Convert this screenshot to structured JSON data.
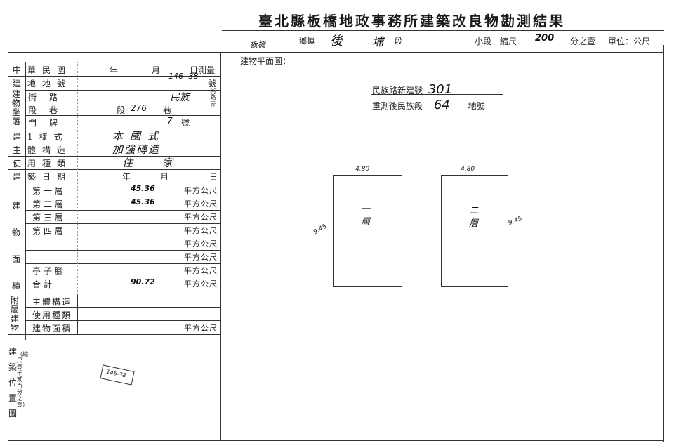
{
  "header": {
    "title": "臺北縣板橋地政事務所建築改良物勘測結果",
    "town_hw": "板橋",
    "town_label": "鄉鎮",
    "section_hw": "後",
    "section_hw2": "埔",
    "section_label": "段",
    "subsection_label": "小段",
    "scale_label": "縮尺",
    "scale_hw": "200",
    "scale_suffix": "分之壹",
    "unit_label": "單位：公尺"
  },
  "left": {
    "rows": {
      "survey_date": {
        "label": "中華民國",
        "year": "年",
        "month": "月",
        "day": "日測量"
      },
      "lot_number": {
        "label": "建地地號",
        "value_hw": "146 -38",
        "suffix": "號"
      },
      "street": {
        "label": "街路",
        "value_hw": "民族",
        "suffix": "街路"
      },
      "lane": {
        "label": "段巷",
        "section": "段",
        "value_hw": "276",
        "lane": "巷",
        "suffix": "弄"
      },
      "door": {
        "label": "門牌",
        "value_hw": "7",
        "suffix": "號"
      },
      "style": {
        "label": "建1樣式",
        "value_hw": "本國式"
      },
      "structure": {
        "label": "主體構造",
        "value_hw": "加強磚造"
      },
      "usage": {
        "label": "使用種類",
        "value_hw": "住家"
      },
      "build_date": {
        "label": "建築日期",
        "year": "年",
        "month": "月",
        "day": "日"
      }
    },
    "location_labels": [
      "建",
      "物",
      "坐",
      "落"
    ],
    "area_section_label": "建物面積",
    "floors": [
      {
        "label": "第一層",
        "value_hw": "45.36",
        "unit": "平方公尺"
      },
      {
        "label": "第二層",
        "value_hw": "45.36",
        "unit": "平方公尺"
      },
      {
        "label": "第三層",
        "value_hw": "",
        "unit": "平方公尺"
      },
      {
        "label": "第四層",
        "value_hw": "",
        "unit": "平方公尺"
      },
      {
        "label": "",
        "value_hw": "",
        "unit": "平方公尺"
      },
      {
        "label": "",
        "value_hw": "",
        "unit": "平方公尺"
      },
      {
        "label": "亭子腳",
        "value_hw": "",
        "unit": "平方公尺"
      },
      {
        "label": "合計",
        "value_hw": "90.72",
        "unit": "平方公尺"
      }
    ],
    "annex_label": "附屬建物",
    "annex_rows": [
      {
        "label": "主體構造"
      },
      {
        "label": "使用種類"
      },
      {
        "label": "建物面積",
        "unit": "平方公尺"
      }
    ],
    "position_label": "建築位置圖",
    "position_note": "（縮尺壹千貳百分之壹）",
    "position_stamp": "146-38"
  },
  "plan": {
    "heading": "建物平面圖：",
    "note_line1_label": "民族路新建號",
    "note_line1_hw": "301",
    "note_line2_label": "重測後民族段",
    "note_line2_hw": "64",
    "note_line2_suffix": "地號",
    "floor1": {
      "label": "一層",
      "width": "4.80",
      "height": "9.45"
    },
    "floor2": {
      "label": "二層",
      "width": "4.80",
      "height": "9.45"
    }
  }
}
